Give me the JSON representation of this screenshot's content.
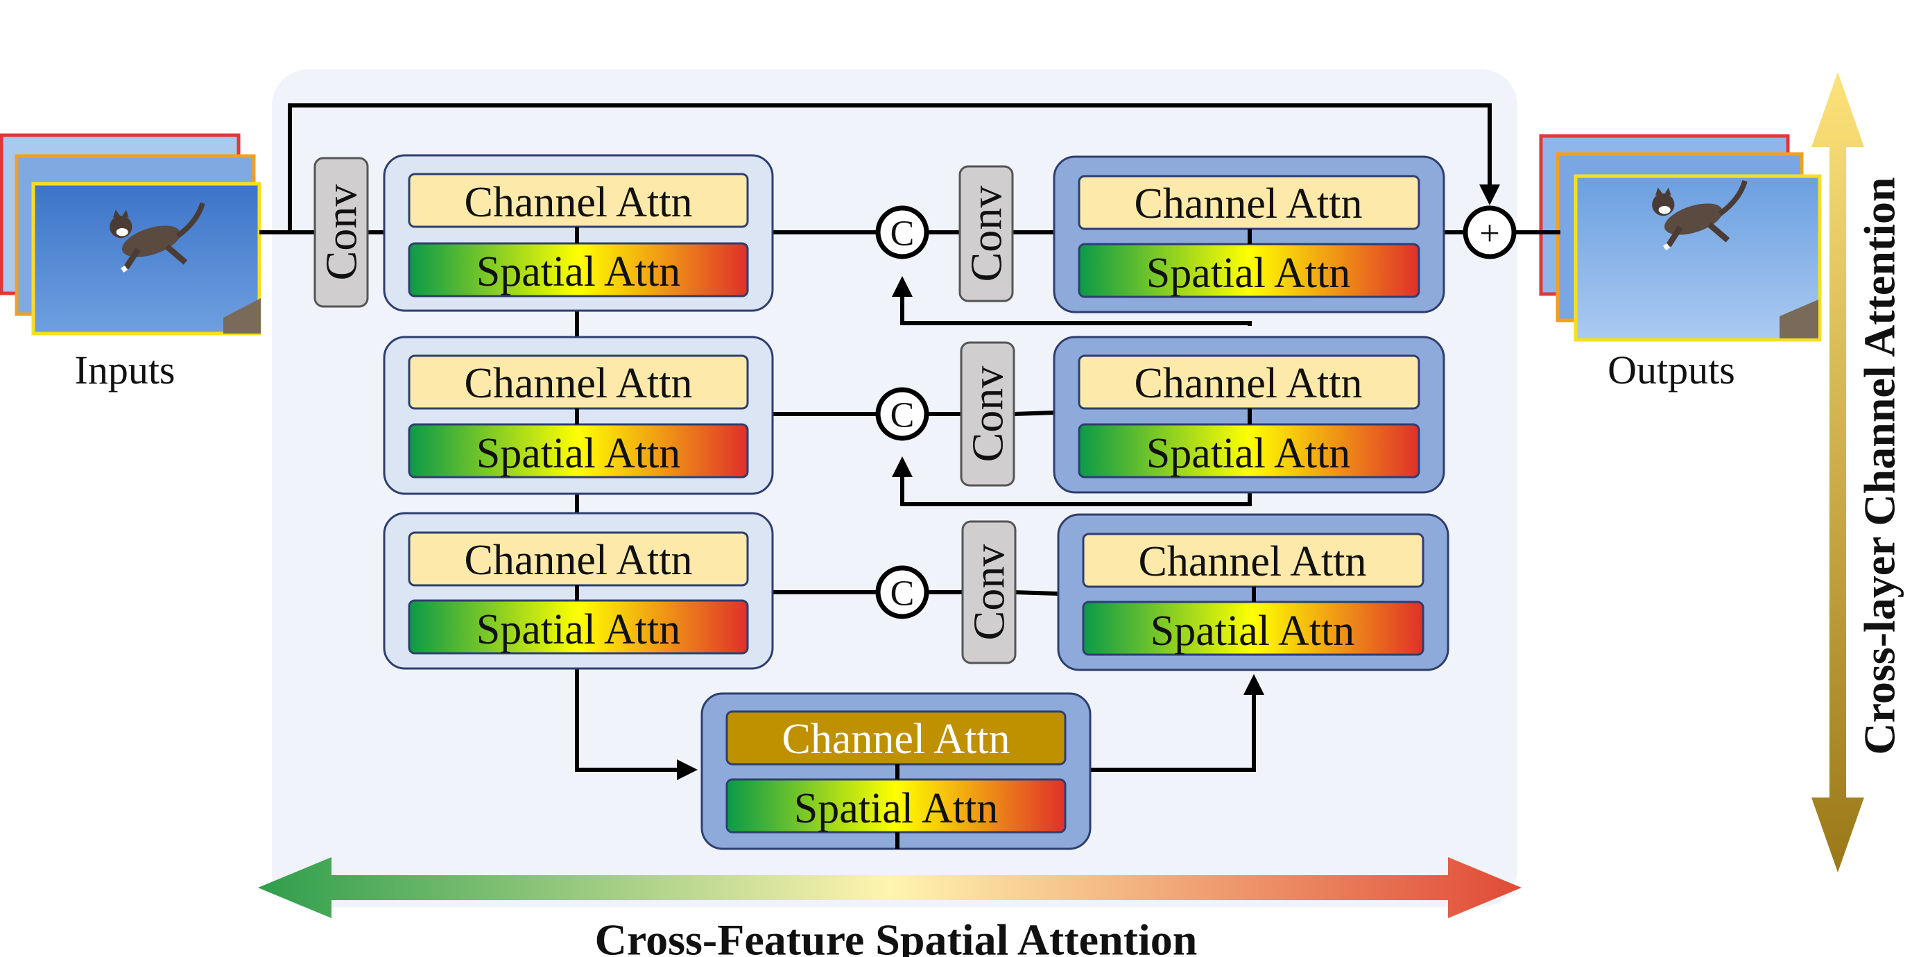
{
  "inputs_label": "Inputs",
  "outputs_label": "Outputs",
  "conv_label": "Conv",
  "concat_symbol": "C",
  "add_symbol": "+",
  "encoder": [
    {
      "channel": "Channel Attn",
      "spatial": "Spatial Attn"
    },
    {
      "channel": "Channel Attn",
      "spatial": "Spatial Attn"
    },
    {
      "channel": "Channel Attn",
      "spatial": "Spatial Attn"
    }
  ],
  "decoder": [
    {
      "channel": "Channel Attn",
      "spatial": "Spatial Attn"
    },
    {
      "channel": "Channel Attn",
      "spatial": "Spatial Attn"
    },
    {
      "channel": "Channel Attn",
      "spatial": "Spatial Attn"
    }
  ],
  "bottleneck": {
    "channel": "Channel Attn",
    "spatial": "Spatial Attn"
  },
  "cross_feature_label": "Cross-Feature Spatial Attention",
  "cross_layer_label": "Cross-layer Channel Attention",
  "colors": {
    "panel_bg": "#f0f4fa",
    "encoder_block": "#dce5f3",
    "decoder_block": "#8eaadb",
    "channel_fill": "#fde9a9",
    "bottleneck_channel": "#bf9000",
    "conv_fill": "#d0cece",
    "spatial_gradient": [
      "#00a650",
      "#ffff00",
      "#e02020"
    ],
    "frame_colors": [
      "#e84040",
      "#f0a020",
      "#f5e020"
    ]
  }
}
